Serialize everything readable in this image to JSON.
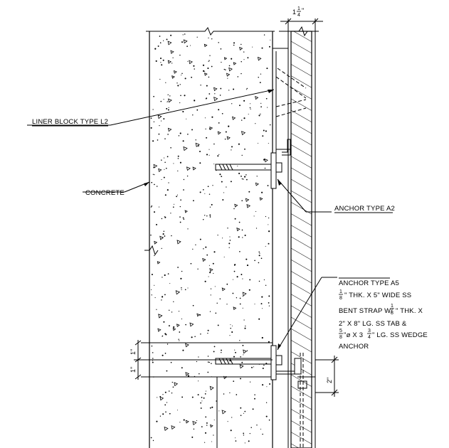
{
  "labels": {
    "liner_block": "LINER BLOCK TYPE L2",
    "concrete": "CONCRETE",
    "anchor_a2": "ANCHOR TYPE A2",
    "anchor_a5_title": "ANCHOR TYPE A5",
    "a5_line1_num": "1",
    "a5_line1_den": "8",
    "a5_line1_text": "\" THK. X 5\" WIDE SS",
    "a5_line2_pre": "BENT STRAP W/",
    "a5_line2_num": "1",
    "a5_line2_den": "8",
    "a5_line2_post": "\" THK. X",
    "a5_line3": "2\" X 8\" LG. SS TAB &",
    "a5_line4_num1": "5",
    "a5_line4_den1": "8",
    "a5_line4_mid": "\"ø X 3",
    "a5_line4_num2": "3",
    "a5_line4_den2": "4",
    "a5_line4_post": "\" LG. SS WEDGE",
    "a5_line5": "ANCHOR"
  },
  "dimensions": {
    "top_whole": "1",
    "top_num": "1",
    "top_den": "4",
    "top_unit": "\"",
    "left_upper": "1\"",
    "left_lower": "1\"",
    "right": "2\""
  }
}
